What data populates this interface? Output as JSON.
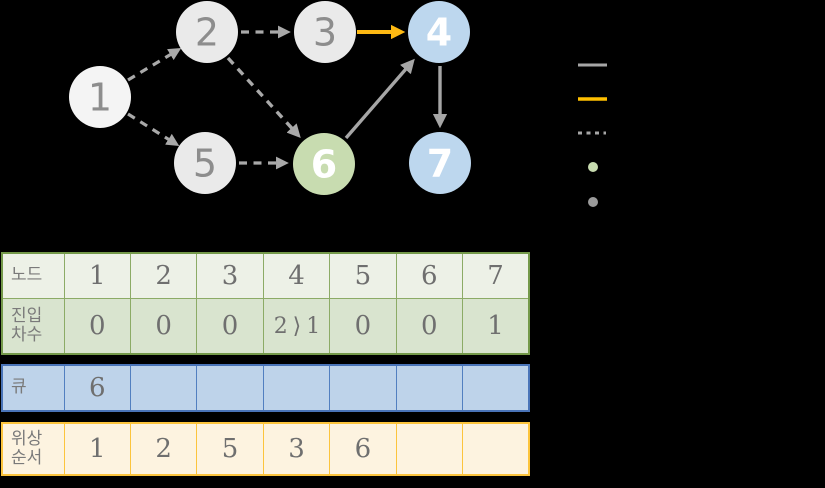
{
  "graph": {
    "nodes": [
      {
        "id": "1",
        "label": "1",
        "fill": "#f4f4f4",
        "text_color": "#8d8d8d"
      },
      {
        "id": "2",
        "label": "2",
        "fill": "#eaeaea",
        "text_color": "#8d8d8d"
      },
      {
        "id": "3",
        "label": "3",
        "fill": "#eaeaea",
        "text_color": "#8d8d8d"
      },
      {
        "id": "4",
        "label": "4",
        "fill": "#bdd7ee",
        "text_color": "#ffffff"
      },
      {
        "id": "5",
        "label": "5",
        "fill": "#eaeaea",
        "text_color": "#8d8d8d"
      },
      {
        "id": "6",
        "label": "6",
        "fill": "#c8dcb0",
        "text_color": "#ffffff"
      },
      {
        "id": "7",
        "label": "7",
        "fill": "#bdd7ee",
        "text_color": "#ffffff"
      }
    ],
    "edges": [
      {
        "from": "1",
        "to": "2",
        "style": "dashed",
        "color": "#a9a9a9"
      },
      {
        "from": "1",
        "to": "5",
        "style": "dashed",
        "color": "#a9a9a9"
      },
      {
        "from": "2",
        "to": "3",
        "style": "dashed",
        "color": "#a9a9a9"
      },
      {
        "from": "2",
        "to": "6",
        "style": "dashed",
        "color": "#a9a9a9"
      },
      {
        "from": "5",
        "to": "6",
        "style": "dashed",
        "color": "#a9a9a9"
      },
      {
        "from": "3",
        "to": "4",
        "style": "solid",
        "color": "#fdb913"
      },
      {
        "from": "6",
        "to": "4",
        "style": "solid",
        "color": "#a6a6a6"
      },
      {
        "from": "4",
        "to": "7",
        "style": "solid",
        "color": "#a6a6a6"
      }
    ],
    "legend": {
      "items": [
        {
          "marker": "solid-line",
          "color": "#a6a6a6"
        },
        {
          "marker": "solid-line",
          "color": "#ffc000"
        },
        {
          "marker": "dashed-line",
          "color": "#a6a6a6"
        },
        {
          "marker": "dot",
          "color": "#c8dcb0"
        },
        {
          "marker": "dot",
          "color": "#9b9b9b"
        }
      ]
    }
  },
  "tables": {
    "node_table": {
      "header_label": "노드",
      "header_values": [
        "1",
        "2",
        "3",
        "4",
        "5",
        "6",
        "7"
      ],
      "indegree_label_line1": "진입",
      "indegree_label_line2": "차수",
      "indegree_values": [
        "0",
        "0",
        "0",
        "2 ⟩ 1",
        "0",
        "0",
        "1"
      ]
    },
    "queue_table": {
      "label": "큐",
      "values": [
        "6",
        "",
        "",
        "",
        "",
        "",
        ""
      ]
    },
    "order_table": {
      "label_line1": "위상",
      "label_line2": "순서",
      "values": [
        "1",
        "2",
        "5",
        "3",
        "6",
        "",
        ""
      ]
    }
  },
  "colors": {
    "background": "#000000",
    "node_gray": "#eaeaea",
    "node_blue": "#bdd7ee",
    "node_green": "#c8dcb0",
    "edge_gray": "#a6a6a6",
    "edge_dashed_gray": "#a9a9a9",
    "edge_highlight_orange": "#fdb913",
    "green_table_border": "#74994a",
    "green_header_fill": "#edf1e7",
    "green_indegree_fill": "#d9e4cf",
    "blue_table_border": "#4a74b8",
    "blue_fill": "#bed3ea",
    "yellow_table_border": "#fcc43d",
    "yellow_fill": "#fdf3e0",
    "table_text": "#6f6f6f"
  }
}
